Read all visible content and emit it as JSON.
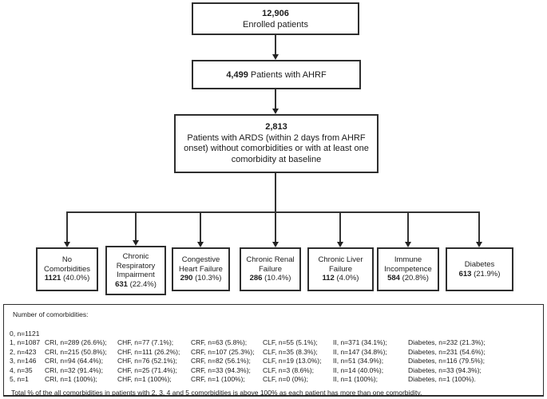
{
  "flow": {
    "enrolled": {
      "number": "12,906",
      "label": "Enrolled patients"
    },
    "ahrf": {
      "number": "4,499",
      "label": "Patients with AHRF"
    },
    "ards": {
      "number": "2,813",
      "label": "Patients with ARDS (within 2 days from AHRF onset) without comorbidities or with at least one comorbidity at baseline"
    }
  },
  "comorbidity_boxes": [
    {
      "name": "No Comorbidities",
      "count": "1121",
      "percent": "(40.0%)"
    },
    {
      "name": "Chronic Respiratory Impairment",
      "count": "631",
      "percent": "(22.4%)"
    },
    {
      "name": "Congestive Heart Failure",
      "count": "290",
      "percent": "(10.3%)"
    },
    {
      "name": "Chronic Renal Failure",
      "count": "286",
      "percent": "(10.4%)"
    },
    {
      "name": "Chronic Liver Failure",
      "count": "112",
      "percent": "(4.0%)"
    },
    {
      "name": "Immune Incompetence",
      "count": "584",
      "percent": "(20.8%)"
    },
    {
      "name": "Diabetes",
      "count": "613",
      "percent": "(21.9%)"
    }
  ],
  "summary": {
    "title": "Number of comorbidities:",
    "rows": [
      [
        "0, n=1121",
        "",
        "",
        "",
        "",
        "",
        ""
      ],
      [
        "1, n=1087",
        "CRI, n=289 (26.6%);",
        "CHF, n=77 (7.1%);",
        "CRF, n=63 (5.8%);",
        "CLF, n=55 (5.1%);",
        "II, n=371 (34.1%);",
        "Diabetes, n=232 (21.3%);"
      ],
      [
        "2, n=423",
        "CRI, n=215 (50.8%);",
        "CHF, n=111 (26.2%);",
        "CRF, n=107 (25.3%);",
        "CLF, n=35 (8.3%);",
        "II, n=147 (34.8%);",
        "Diabetes, n=231 (54.6%);"
      ],
      [
        "3, n=146",
        "CRI, n=94 (64.4%);",
        "CHF, n=76 (52.1%);",
        "CRF, n=82 (56.1%);",
        "CLF, n=19 (13.0%);",
        "II, n=51 (34.9%);",
        "Diabetes, n=116 (79.5%);"
      ],
      [
        "4, n=35",
        "CRI, n=32 (91.4%);",
        "CHF, n=25 (71.4%);",
        "CRF, n=33 (94.3%);",
        "CLF, n=3 (8.6%);",
        "II, n=14 (40.0%);",
        "Diabetes, n=33 (94.3%);"
      ],
      [
        "5, n=1",
        "CRI, n=1 (100%);",
        "CHF, n=1 (100%);",
        "CRF, n=1 (100%);",
        "CLF, n=0 (0%);",
        "II, n=1 (100%);",
        "Diabetes, n=1 (100%)."
      ]
    ],
    "footnote": "Total % of the all comorbidities in patients with 2, 3, 4 and 5 comorbidities is above 100% as each patient has more than one comorbidity."
  }
}
